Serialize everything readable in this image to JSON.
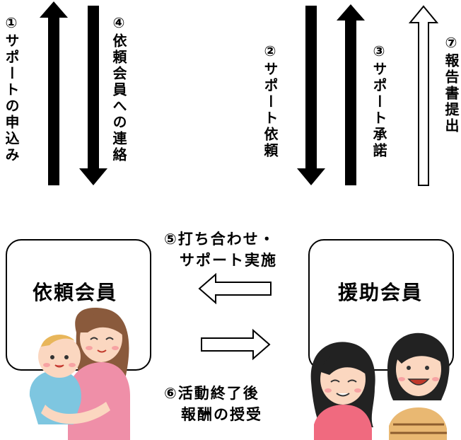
{
  "steps": {
    "s1": "①サポートの申込み",
    "s2": "②サポート依頼",
    "s3": "③サポート承諾",
    "s4": "④依頼会員への連絡",
    "s5_line1": "⑤打ち合わせ・",
    "s5_line2": "サポート実施",
    "s6_line1": "⑥活動終了後",
    "s6_line2": "報酬の授受",
    "s7": "⑦報告書提出"
  },
  "boxes": {
    "left_title": "依頼会員",
    "right_title": "援助会員"
  },
  "colors": {
    "arrow_solid": "#000000",
    "arrow_outline": "#000000"
  }
}
